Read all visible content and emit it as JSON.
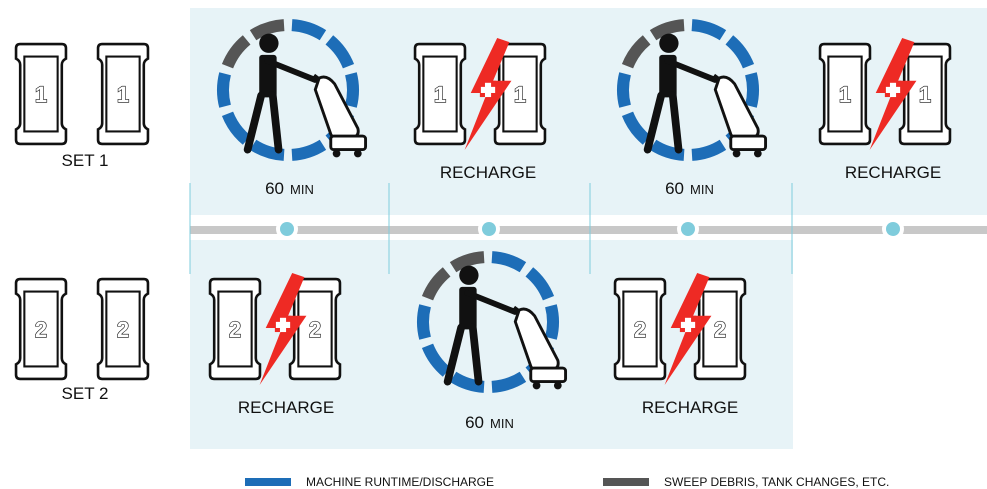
{
  "sets": [
    {
      "label": "SET 1",
      "number": "1"
    },
    {
      "label": "SET 2",
      "number": "2"
    }
  ],
  "row1": [
    {
      "kind": "run",
      "label_num": "60",
      "label_unit": "MIN"
    },
    {
      "kind": "recharge",
      "label": "RECHARGE"
    },
    {
      "kind": "run",
      "label_num": "60",
      "label_unit": "MIN"
    },
    {
      "kind": "recharge",
      "label": "RECHARGE"
    }
  ],
  "row2": [
    {
      "kind": "recharge",
      "label": "RECHARGE"
    },
    {
      "kind": "run",
      "label_num": "60",
      "label_unit": "MIN"
    },
    {
      "kind": "recharge",
      "label": "RECHARGE"
    }
  ],
  "legend": {
    "runtime": "MACHINE RUNTIME/DISCHARGE",
    "sweep": "SWEEP DEBRIS, TANK CHANGES, ETC."
  },
  "colors": {
    "panel": "#e7f3f7",
    "runtime_blue": "#1d6db7",
    "sweep_gray": "#555555",
    "bolt_red": "#ee2a24",
    "timeline": "#c8c8c8",
    "marker": "#7fccdc"
  }
}
